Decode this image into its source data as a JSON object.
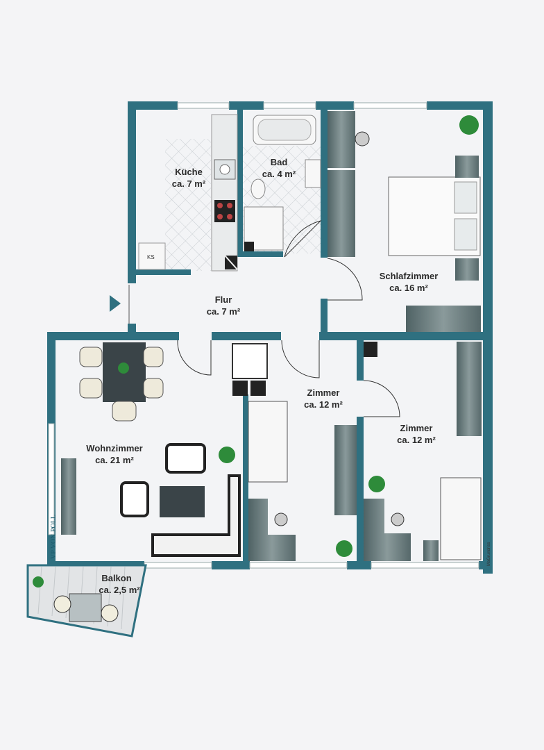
{
  "rooms": [
    {
      "id": "kueche",
      "name": "Küche",
      "area": "ca. 7 m²"
    },
    {
      "id": "bad",
      "name": "Bad",
      "area": "ca. 4 m²"
    },
    {
      "id": "schlafzimmer",
      "name": "Schlafzimmer",
      "area": "ca. 16 m²"
    },
    {
      "id": "flur",
      "name": "Flur",
      "area": "ca. 7 m²"
    },
    {
      "id": "wohnzimmer",
      "name": "Wohnzimmer",
      "area": "ca. 21 m²"
    },
    {
      "id": "zimmer1",
      "name": "Zimmer",
      "area": "ca. 12 m²"
    },
    {
      "id": "zimmer2",
      "name": "Zimmer",
      "area": "ca. 12 m²"
    },
    {
      "id": "balkon",
      "name": "Balkon",
      "area": "ca. 2,5 m²"
    }
  ],
  "labels": {
    "ks": "KS",
    "logo": "VP VON POLL",
    "credit": "MaGrundriss"
  },
  "colors": {
    "wall": "#2f7080",
    "floor": "#f3f4f6",
    "cabinet": "#5f7173",
    "tile": "#d5d9dc",
    "plant": "#2e8b3a",
    "paper": "#f4f4f6"
  }
}
